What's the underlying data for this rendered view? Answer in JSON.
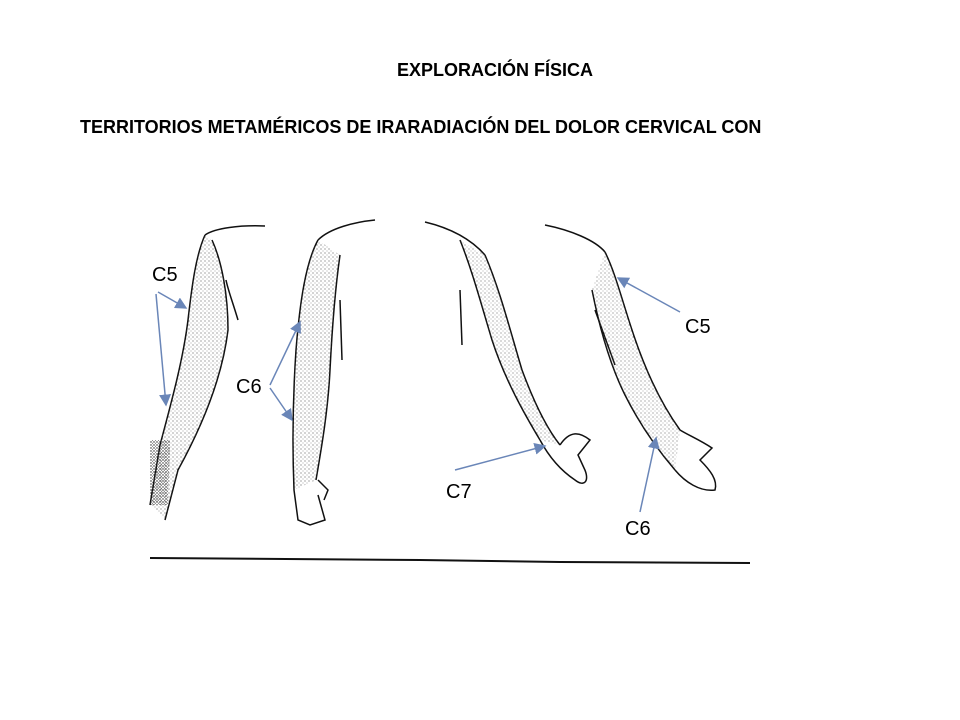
{
  "title": "EXPLORACIÓN FÍSICA",
  "subtitle": "TERRITORIOS METAMÉRICOS DE IRARADIACIÓN DEL DOLOR  CERVICAL CON",
  "figure": {
    "labels": {
      "c5_left": "C5",
      "c6_left": "C6",
      "c7": "C7",
      "c5_right": "C5",
      "c6_right": "C6"
    },
    "arrow_color": "#6a86b8"
  }
}
